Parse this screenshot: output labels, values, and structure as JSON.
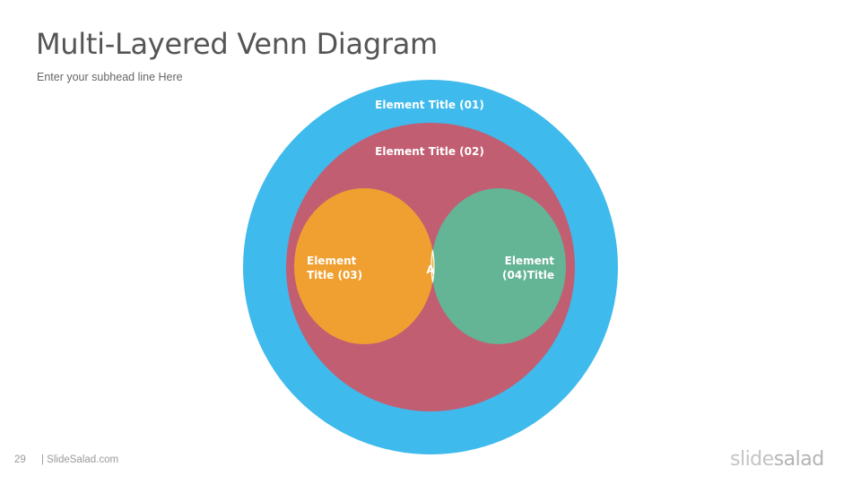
{
  "slide": {
    "title": "Multi-Layered Venn Diagram",
    "subhead": "Enter your subhead  line Here"
  },
  "diagram": {
    "outer": {
      "label": "Element  Title  (01)",
      "color": "#3fbaec"
    },
    "middle": {
      "label": "Element  Title  (02)",
      "color": "#c25e72"
    },
    "left": {
      "label_line1": "Element",
      "label_line2": "Title  (03)",
      "color": "#f0a030"
    },
    "right": {
      "label_line1": "Element",
      "label_line2": "(04)Title",
      "color": "#64b496"
    },
    "intersection": {
      "label": "A",
      "color": "#dbb23a"
    }
  },
  "footer": {
    "page_number": "29",
    "source": "| SlideSalad.com"
  },
  "logo": {
    "part1": "slide",
    "part2": "salad"
  }
}
